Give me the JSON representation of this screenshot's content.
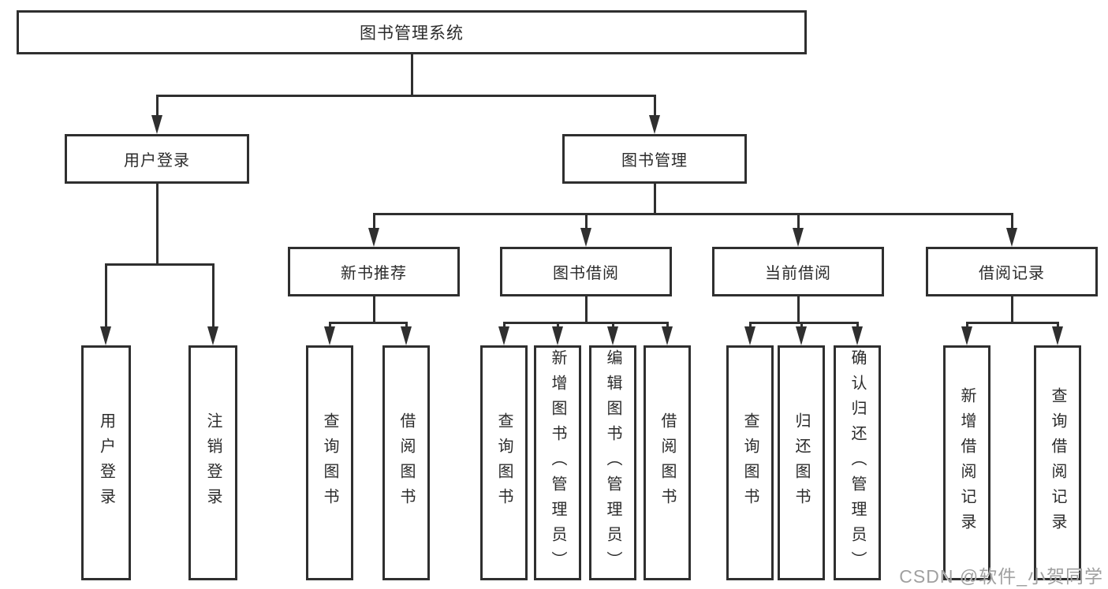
{
  "nodes": {
    "root": {
      "label": "图书管理系统"
    },
    "user_login": {
      "label": "用户登录"
    },
    "book_mgmt": {
      "label": "图书管理"
    },
    "new_book_rec": {
      "label": "新书推荐"
    },
    "book_borrow": {
      "label": "图书借阅"
    },
    "current_borrow": {
      "label": "当前借阅"
    },
    "borrow_record": {
      "label": "借阅记录"
    },
    "leaf_user_login": {
      "label": "用户登录"
    },
    "leaf_logout": {
      "label": "注销登录"
    },
    "leaf_query_book_1": {
      "label": "查询图书"
    },
    "leaf_borrow_book_1": {
      "label": "借阅图书"
    },
    "leaf_query_book_2": {
      "label": "查询图书"
    },
    "leaf_add_book": {
      "label": "新增图书（管理员）"
    },
    "leaf_edit_book": {
      "label": "编辑图书（管理员）"
    },
    "leaf_borrow_book_2": {
      "label": "借阅图书"
    },
    "leaf_query_book_3": {
      "label": "查询图书"
    },
    "leaf_return_book": {
      "label": "归还图书"
    },
    "leaf_confirm_return": {
      "label": "确认归还（管理员）"
    },
    "leaf_add_record": {
      "label": "新增借阅记录"
    },
    "leaf_query_record": {
      "label": "查询借阅记录"
    }
  },
  "watermark": "CSDN @软件_小贺同学",
  "colors": {
    "line": "#2f2f2f",
    "box_fill": "#ffffff",
    "text": "#2b2b2b",
    "watermark": "#a0a0a0"
  }
}
